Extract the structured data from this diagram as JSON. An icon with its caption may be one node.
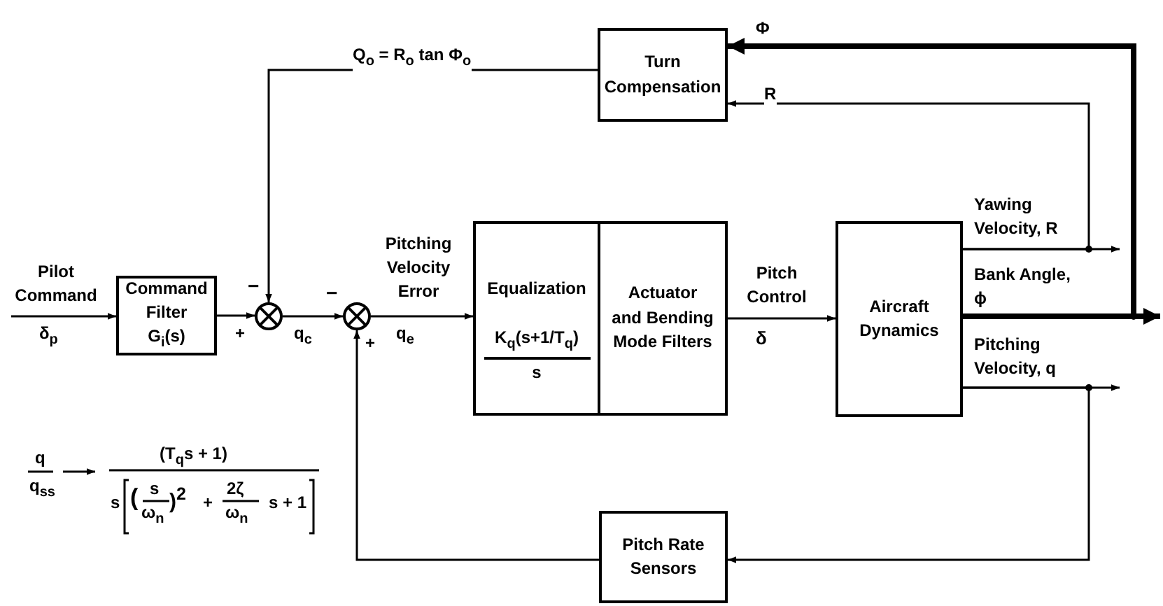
{
  "diagram": {
    "nodes": [
      {
        "text": [
          "Command Filter G$_{i}$(s)"
        ]
      },
      {
        "text": [],
        "shape": "circle"
      },
      {
        "text": [],
        "shape": "circle"
      },
      {
        "text": [
          "Equalization",
          "K$_{q}$(s+1/T$_{q}$)",
          "s"
        ]
      },
      {
        "text": [
          "Actuator and Bending Mode Filters"
        ]
      },
      {
        "text": [
          "Aircraft Dynamics"
        ]
      },
      {
        "text": [
          "Turn Compensation"
        ]
      },
      {
        "text": [
          "Pitch Rate Sensors"
        ]
      }
    ],
    "edges": [
      {
        "from": null,
        "to": 0,
        "arrow": "to",
        "label": "Pilot Command"
      },
      {
        "from": 0,
        "to": 1,
        "arrow": "to"
      },
      {
        "from": 1,
        "to": 2,
        "arrow": "to"
      },
      {
        "from": 2,
        "to": 3,
        "arrow": "to",
        "label": "Pitching Velocity Error"
      },
      {
        "from": 4,
        "to": 5,
        "arrow": "to",
        "label": "Pitch Control"
      },
      {
        "from": 5,
        "to": null,
        "arrow": "to",
        "label": "Yawing Velocity, R"
      },
      {
        "from": 5,
        "to": null,
        "arrow": "to",
        "label": "Bank Angle, ϕ",
        "style": "thick"
      },
      {
        "from": 5,
        "to": null,
        "arrow": "to",
        "label": "Pitching Velocity, q"
      },
      {
        "from": 5,
        "to": 6,
        "arrow": "to",
        "label": "R"
      },
      {
        "from": 5,
        "to": 6,
        "arrow": "to",
        "label": "Φ",
        "style": "thick"
      },
      {
        "from": 5,
        "to": 7,
        "arrow": "to"
      },
      {
        "from": 6,
        "to": 1,
        "arrow": "to",
        "label": "Q$_{o}$ = R$_{o}$ tan Φ$_{o}$"
      },
      {
        "from": 7,
        "to": 2,
        "arrow": "to"
      }
    ],
    "labels": [
      "δ$_{p}$",
      "−",
      "+",
      "−",
      "+",
      "q$_{c}$",
      "q$_{e}$",
      "δ",
      "q",
      "q$_{ss}$",
      "(T$_{q}$s + 1)",
      "s",
      "(",
      "s",
      "ω$_{n}$",
      ")$^{2}$",
      "+",
      "2ζ",
      "ω$_{n}$",
      "s + 1"
    ]
  }
}
